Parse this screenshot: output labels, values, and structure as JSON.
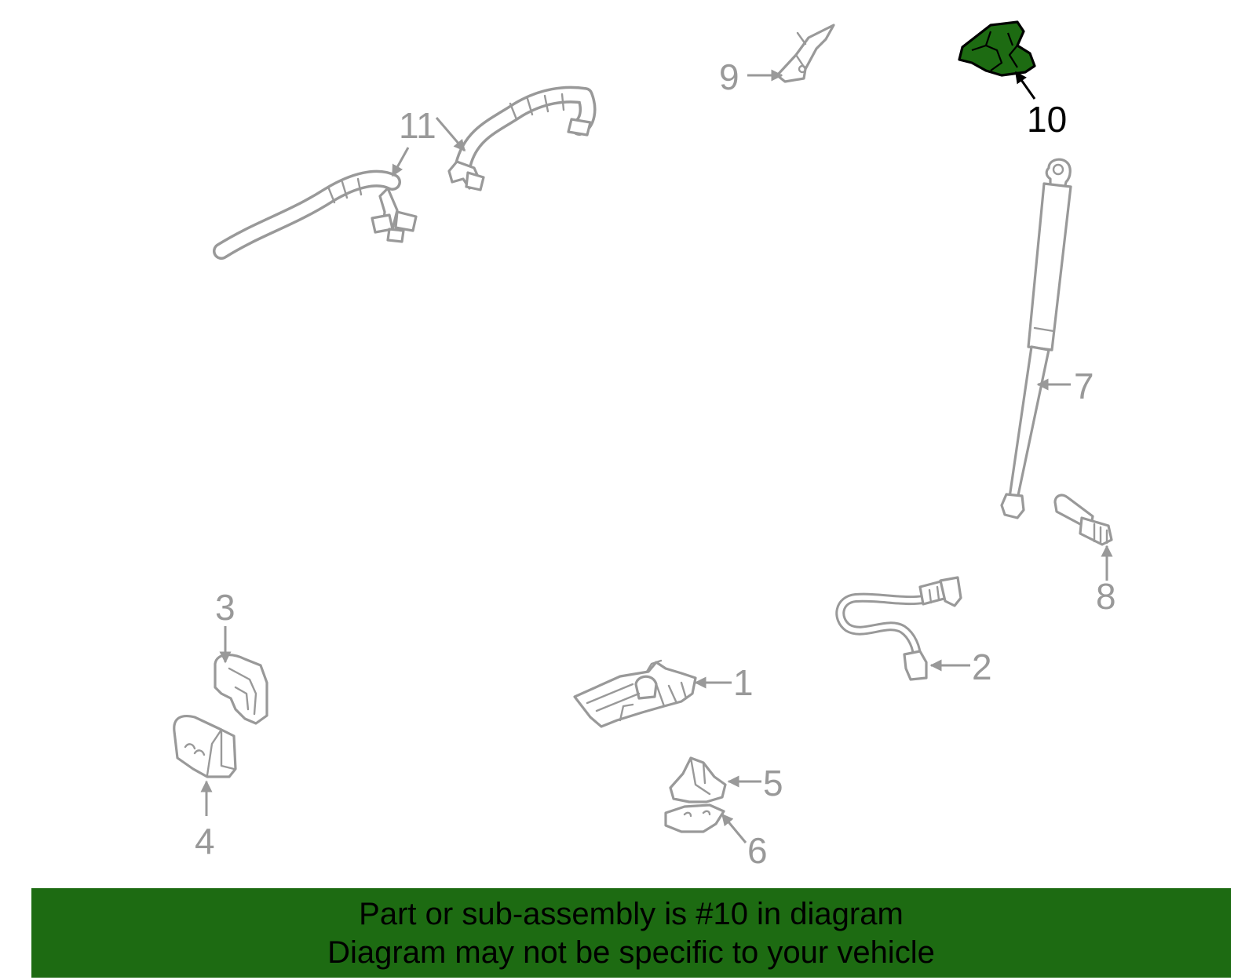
{
  "callouts": {
    "c1": "1",
    "c2": "2",
    "c3": "3",
    "c4": "4",
    "c5": "5",
    "c6": "6",
    "c7": "7",
    "c8": "8",
    "c9": "9",
    "c10": "10",
    "c11": "11"
  },
  "highlighted_part": "10",
  "colors": {
    "highlight": "#1d6b12",
    "part_outline": "#999999",
    "highlight_outline": "#000000"
  },
  "banner": {
    "line1": "Part or sub-assembly is #10 in diagram",
    "line2": "Diagram may not be specific to your vehicle"
  }
}
